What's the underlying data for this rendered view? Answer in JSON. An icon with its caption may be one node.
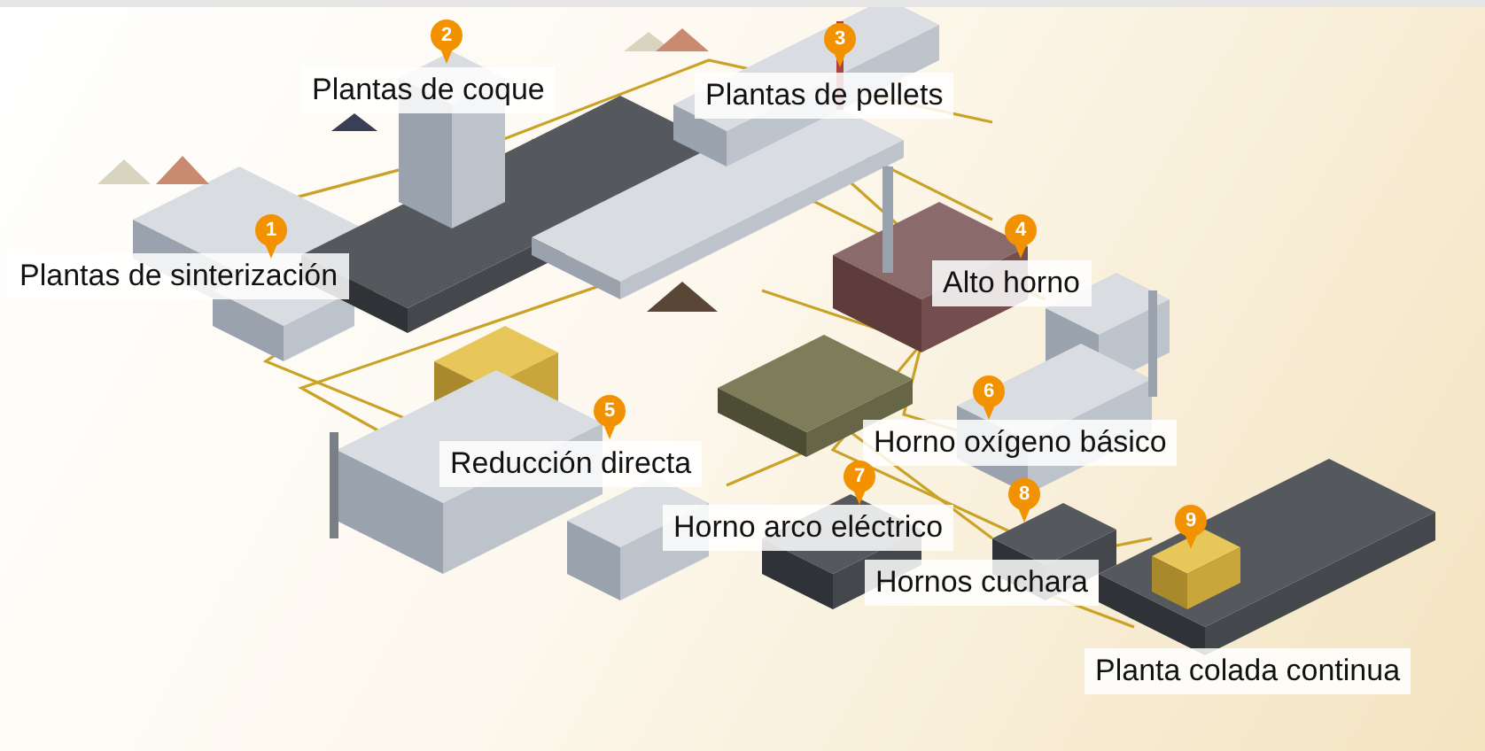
{
  "diagram": {
    "nodes": [
      {
        "text": [
          "1",
          "Plantas de sinterización"
        ]
      },
      {
        "text": [
          "2",
          "Plantas de coque"
        ]
      },
      {
        "text": [
          "3",
          "Plantas de pellets"
        ]
      },
      {
        "text": [
          "4",
          "Alto horno"
        ]
      },
      {
        "text": [
          "5",
          "Reducción directa"
        ]
      },
      {
        "text": [
          "6",
          "Horno oxígeno básico"
        ]
      },
      {
        "text": [
          "7",
          "Horno arco eléctrico"
        ]
      },
      {
        "text": [
          "8",
          "Hornos cuchara"
        ]
      },
      {
        "text": [
          "9",
          "Planta colada continua"
        ]
      }
    ]
  }
}
